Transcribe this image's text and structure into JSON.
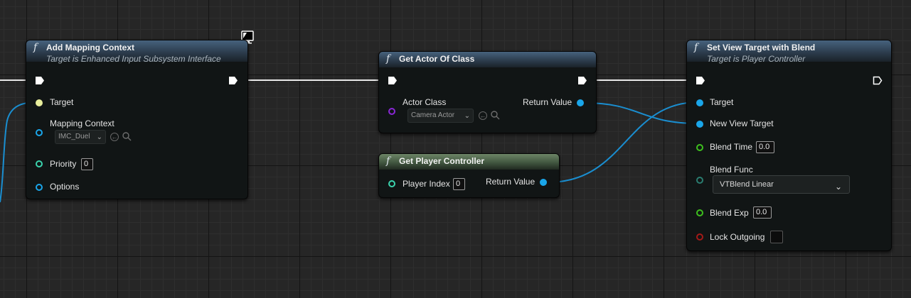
{
  "nodes": {
    "add_mapping_context": {
      "title": "Add Mapping Context",
      "subtitle": "Target is Enhanced Input Subsystem Interface",
      "pins": {
        "target": "Target",
        "mapping_context": "Mapping Context",
        "mapping_context_value": "IMC_Duel",
        "priority": "Priority",
        "priority_value": "0",
        "options": "Options"
      }
    },
    "get_actor_of_class": {
      "title": "Get Actor Of Class",
      "pins": {
        "actor_class": "Actor Class",
        "actor_class_value": "Camera Actor",
        "return_value": "Return Value"
      }
    },
    "get_player_controller": {
      "title": "Get Player Controller",
      "pins": {
        "player_index": "Player Index",
        "player_index_value": "0",
        "return_value": "Return Value"
      }
    },
    "set_view_target_with_blend": {
      "title": "Set View Target with Blend",
      "subtitle": "Target is Player Controller",
      "pins": {
        "target": "Target",
        "new_view_target": "New View Target",
        "blend_time": "Blend Time",
        "blend_time_value": "0.0",
        "blend_func": "Blend Func",
        "blend_func_value": "VTBlend Linear",
        "blend_exp": "Blend Exp",
        "blend_exp_value": "0.0",
        "lock_outgoing": "Lock Outgoing",
        "lock_outgoing_checked": false
      }
    }
  },
  "icons": {
    "function": "f",
    "chevron": "⌄",
    "client_only": "monitor-icon"
  },
  "colors": {
    "grid_bg": "#262626",
    "exec_wire": "#ffffff",
    "object_pin": "#1aa6ea",
    "int_pin": "#3bd4ae",
    "float_pin": "#3ec01e",
    "bool_pin": "#a51a18",
    "class_pin": "#8a27d6",
    "interface_pin": "#e8ee9c"
  }
}
